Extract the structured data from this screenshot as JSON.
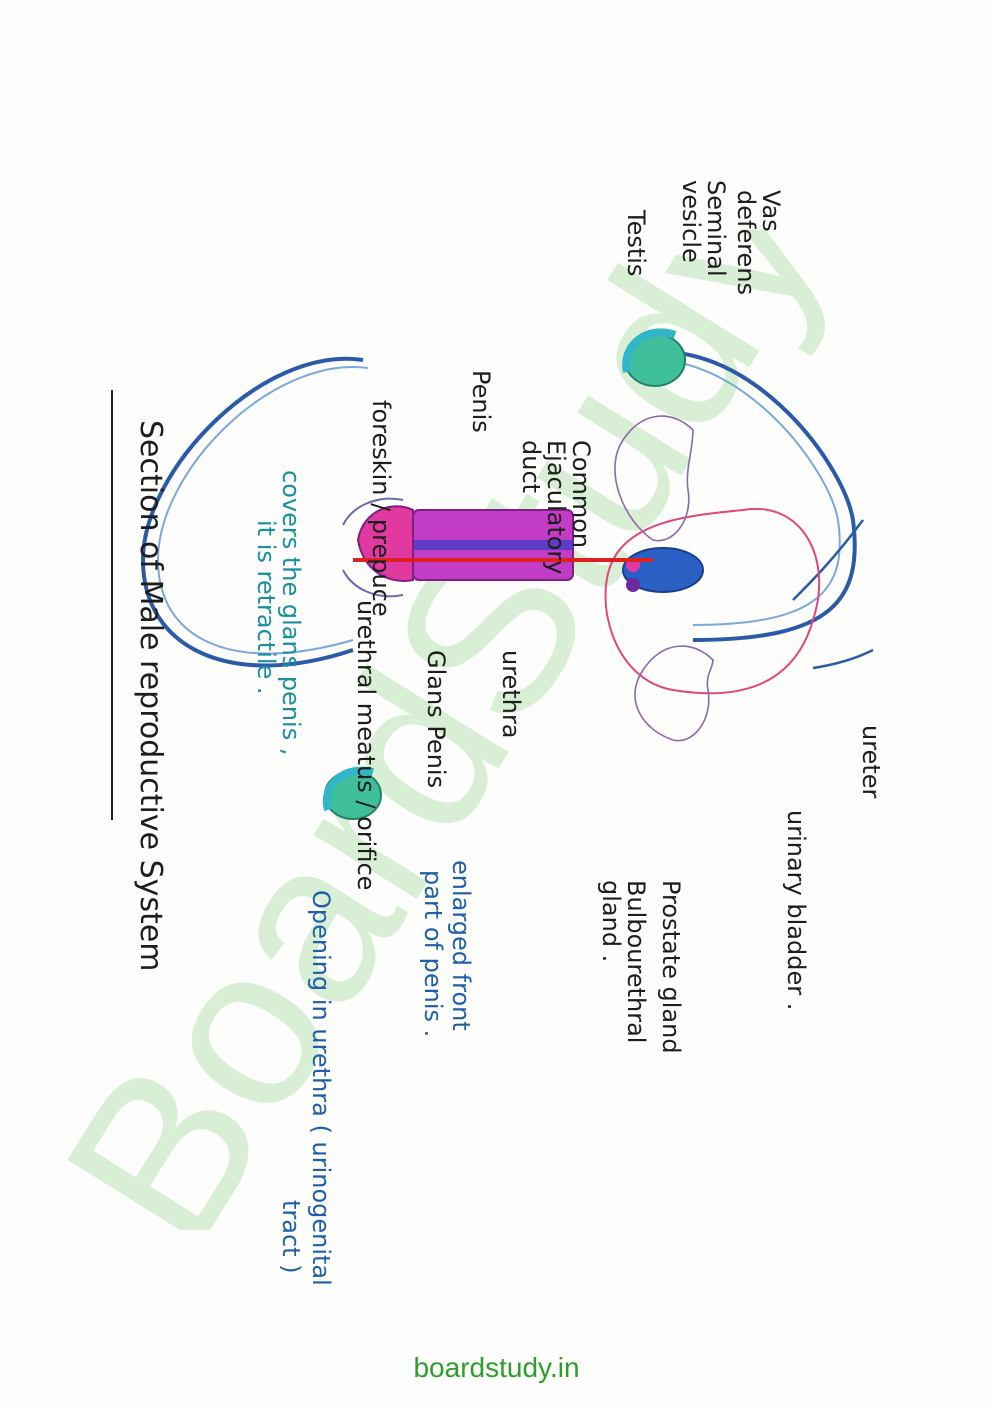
{
  "diagram": {
    "title": "Section of Male reproductive System",
    "labels": {
      "vas_deferens": "Vas deferens",
      "seminal_vesicle": "Seminal vesicle",
      "testis": "Testis",
      "ureter": "ureter",
      "urinary_bladder": "urinary bladder .",
      "prostate_gland": "Prostate gland",
      "bulbourethral_gland": "Bulbourethral gland .",
      "penis": "Penis",
      "common_ejaculatory_duct": "Common Ejaculatory duct",
      "foreskin_prepuce": "foreskin / prepuce",
      "urethra": "urethra",
      "glans_penis": "Glans Penis",
      "urethral_meatus": "urethral meatus / orifice"
    },
    "notes": {
      "glans_note_1": "enlarged front",
      "glans_note_2": "part of penis .",
      "meatus_note_1": "Opening in urethra ( urinogenital",
      "meatus_note_2": "tract )",
      "foreskin_note_1": "covers the glans penis ,",
      "foreskin_note_2": "it is retractile ."
    },
    "colors": {
      "vas_deferens": "#2b5aa8",
      "testis": "#2aa58a",
      "bladder": "#e0467a",
      "urethra": "#e02020",
      "penis_shaft": "#c23cc6",
      "prostate": "#2a5fc4",
      "ink": "#1d1d1d",
      "note_blue": "#1e5fa6",
      "note_teal": "#1a8fa0"
    }
  },
  "watermark": "BoardStudy",
  "footer": {
    "site": "boardstudy.in"
  }
}
